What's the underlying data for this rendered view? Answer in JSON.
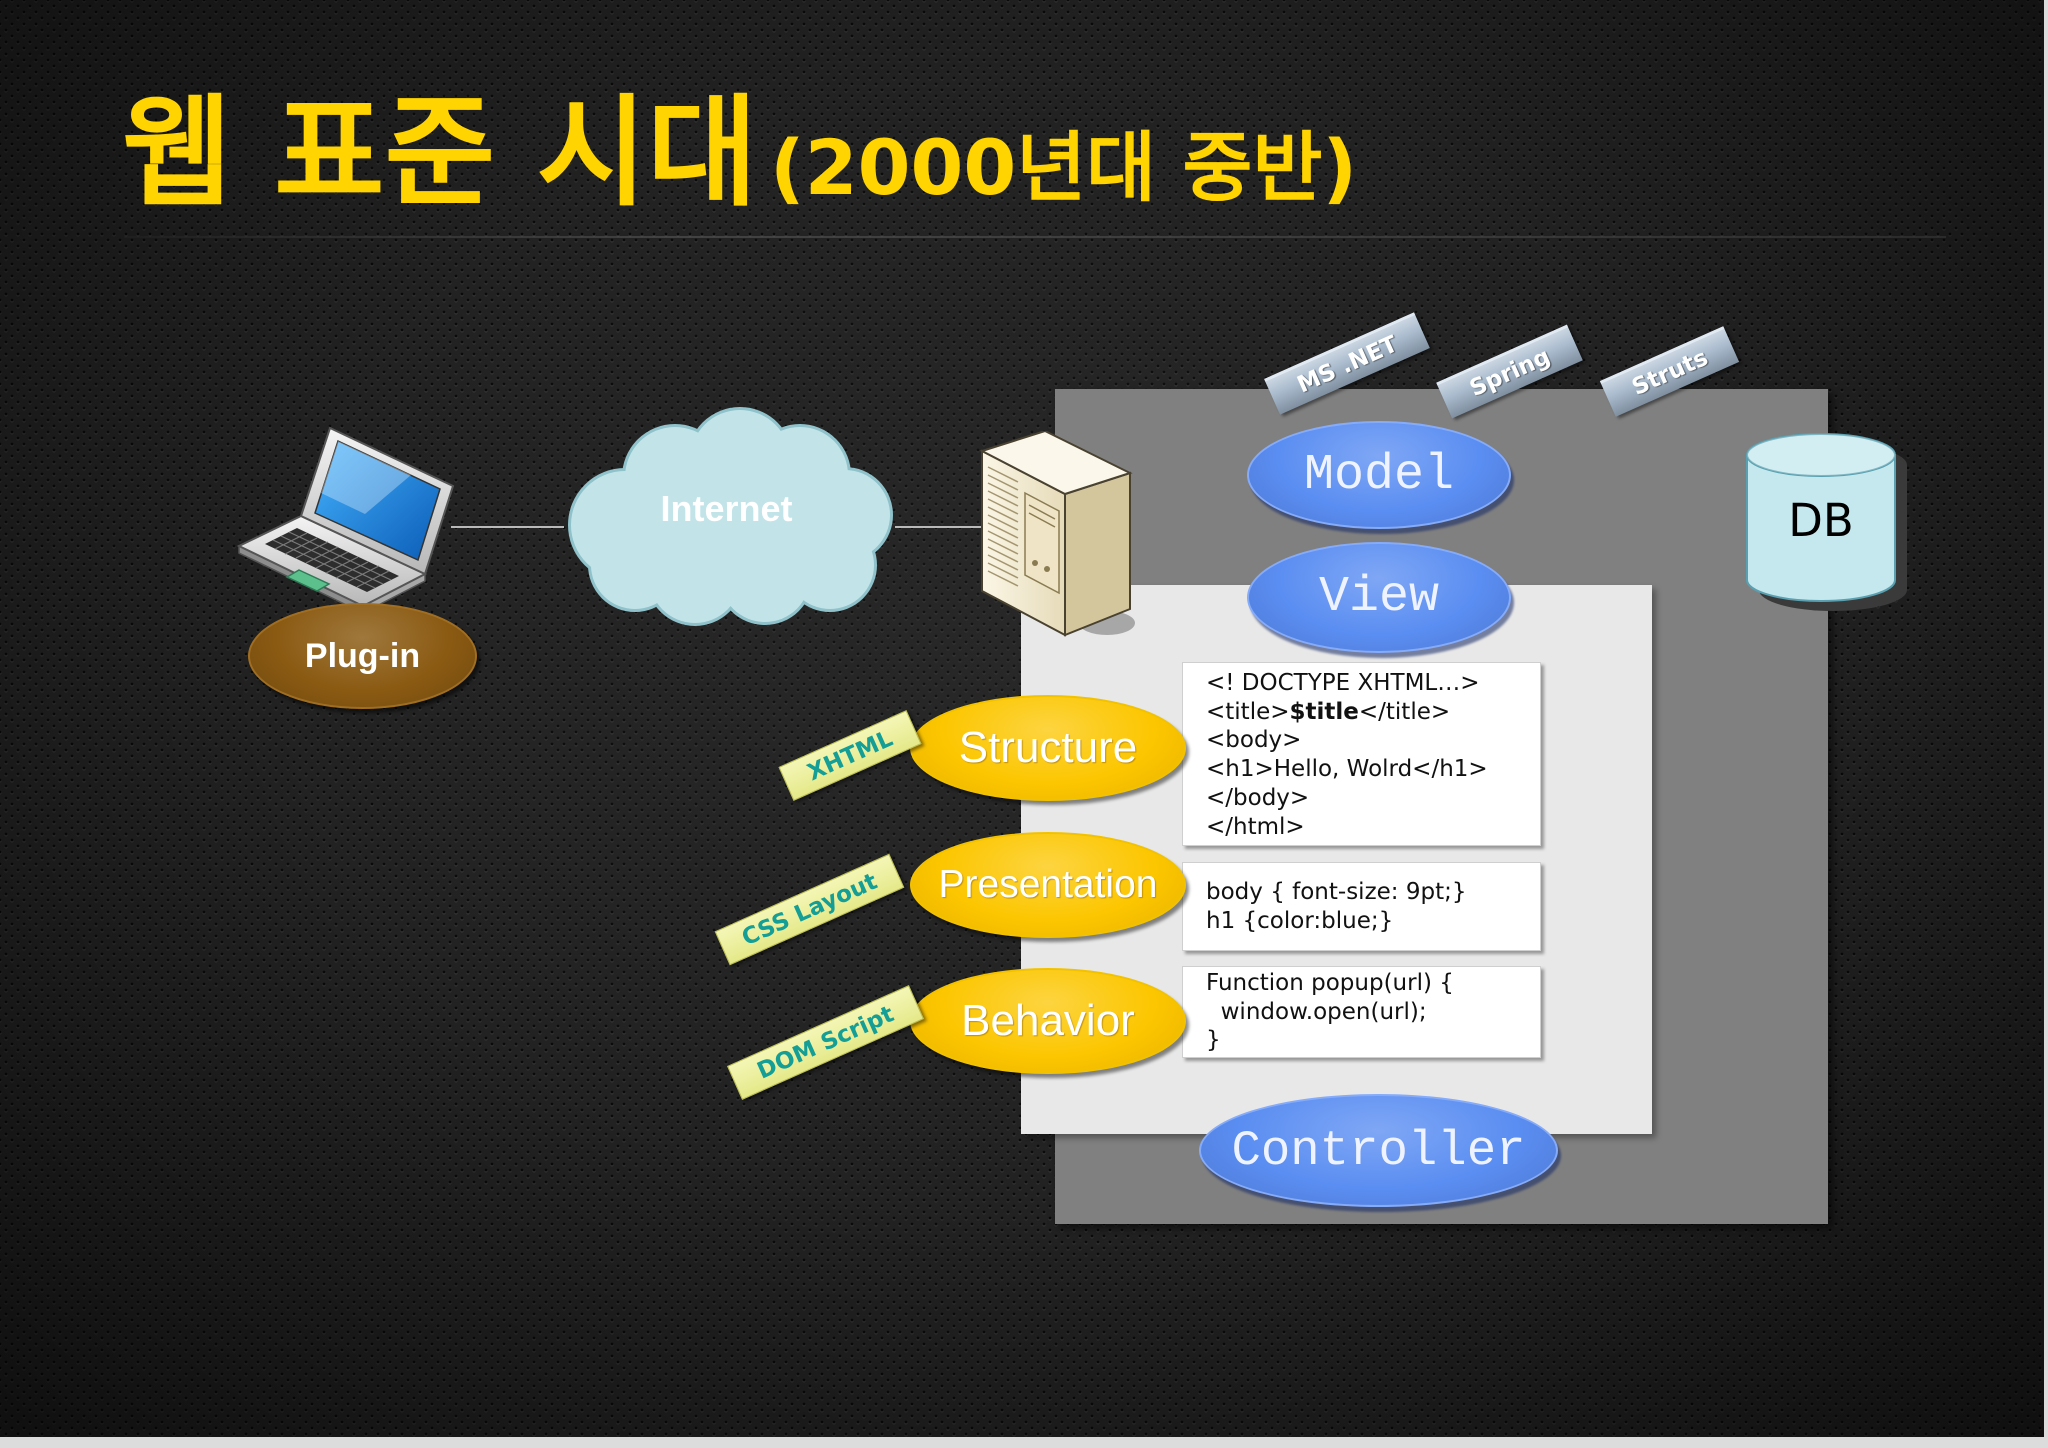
{
  "slide": {
    "title": "웹 표준 시대",
    "subtitle": "(2000년대 중반)"
  },
  "client": {
    "label": "Plug-in",
    "icon": "laptop-icon"
  },
  "network": {
    "label": "Internet",
    "icon": "cloud-icon"
  },
  "server": {
    "icon": "server-icon"
  },
  "frameworks": [
    "MS .NET",
    "Spring",
    "Struts"
  ],
  "mvc": {
    "model": "Model",
    "view": "View",
    "controller": "Controller"
  },
  "database": {
    "label": "DB",
    "icon": "database-cylinder-icon"
  },
  "layers": [
    {
      "name": "Structure",
      "tech": "XHTML",
      "code": [
        "<! DOCTYPE XHTML…>",
        {
          "pre": "<title>",
          "bold": "$title",
          "post": "</title>"
        },
        "<body>",
        "<h1>Hello, Wolrd</h1>",
        "</body>",
        "</html>"
      ]
    },
    {
      "name": "Presentation",
      "tech": "CSS Layout",
      "code": [
        "body { font-size: 9pt;}",
        "h1 {color:blue;}"
      ]
    },
    {
      "name": "Behavior",
      "tech": "DOM Script",
      "code": [
        "Function popup(url) {",
        "  window.open(url);",
        "}"
      ]
    }
  ],
  "colors": {
    "title": "#ffd400",
    "mvc_ellipse": "#5b8ef2",
    "layer_ellipse": "#fcc600",
    "plugin_ellipse": "#8a5a12",
    "tech_tag": "#eef28e",
    "tech_tag_text": "#149e95",
    "framework_tag": "#9fb3c8",
    "app_server_box": "#808080",
    "client_page_box": "#e8e8e8",
    "database": "#c5e8ee"
  }
}
